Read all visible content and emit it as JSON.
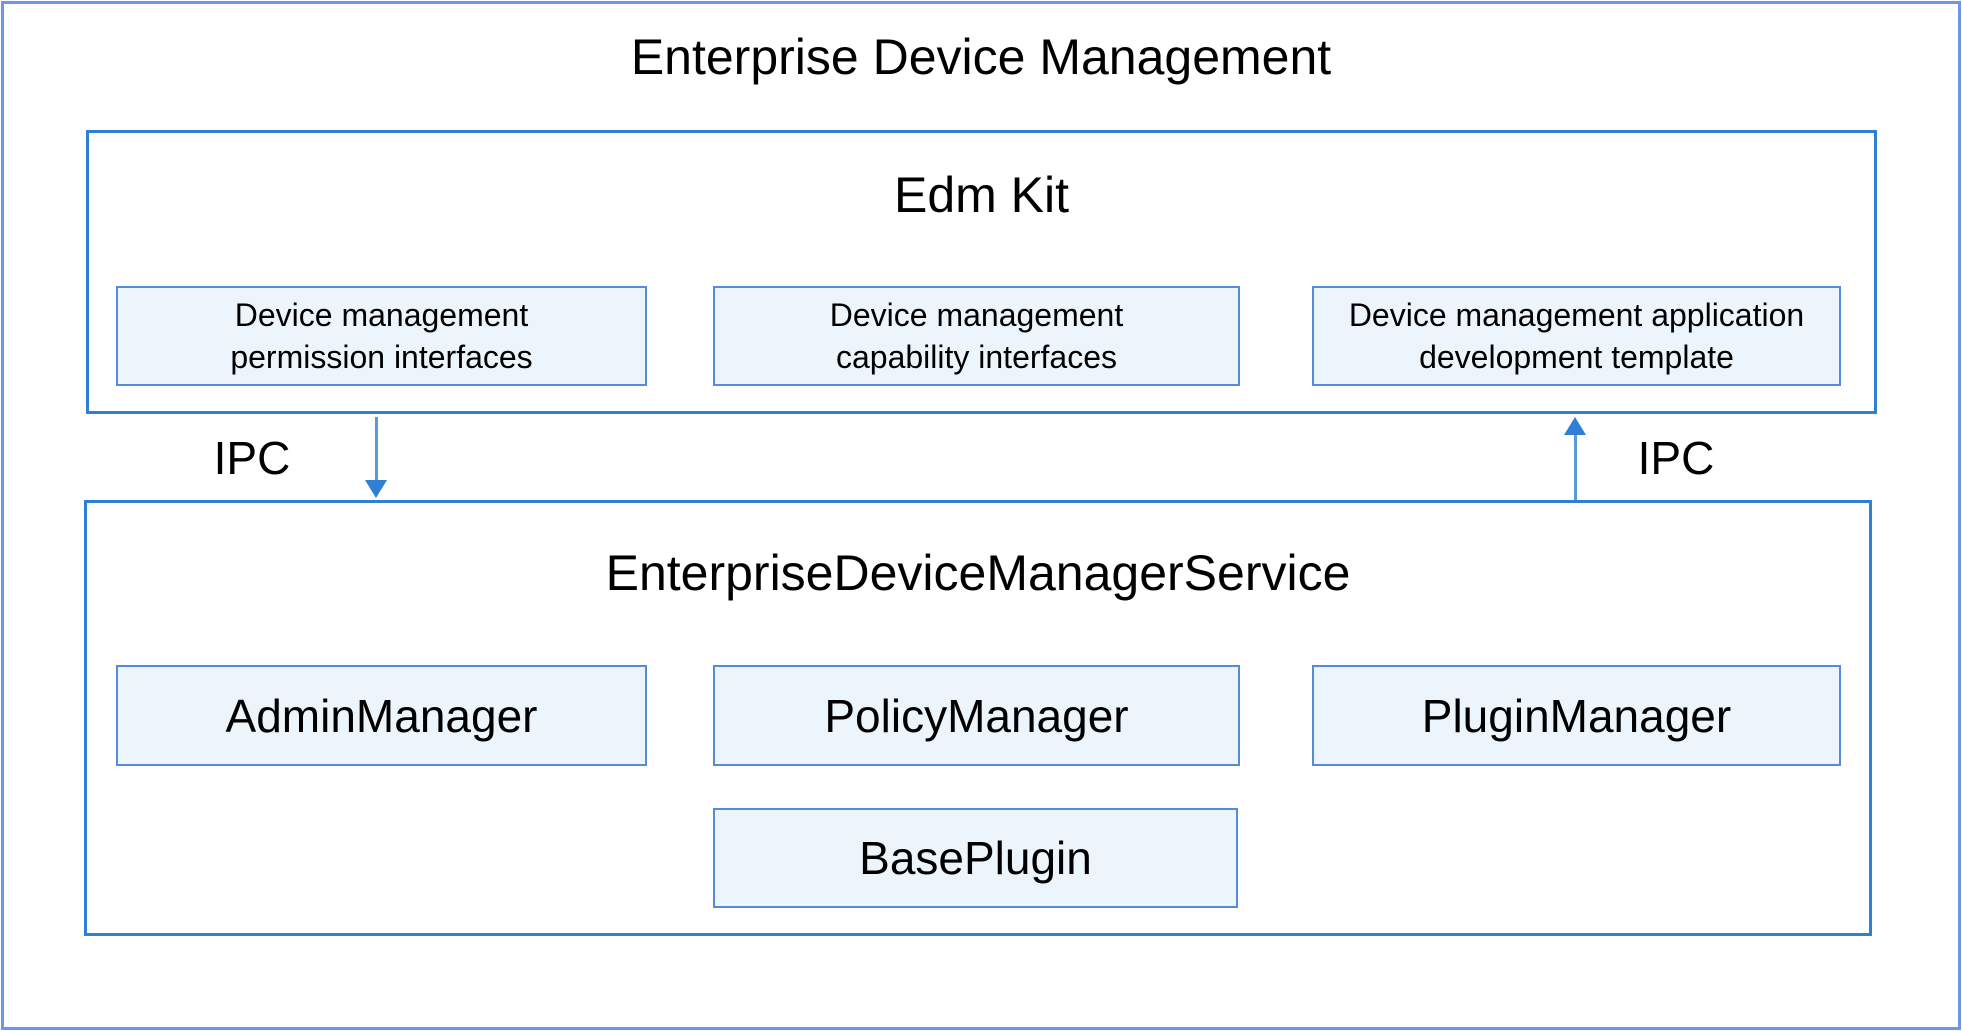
{
  "title": "Enterprise Device Management",
  "edm_kit": {
    "title": "Edm Kit",
    "boxes": [
      {
        "lines": [
          "Device management",
          "permission interfaces"
        ]
      },
      {
        "lines": [
          "Device management",
          "capability interfaces"
        ]
      },
      {
        "lines": [
          "Device management application",
          "development template"
        ]
      }
    ]
  },
  "ipc": {
    "left_label": "IPC",
    "right_label": "IPC"
  },
  "service": {
    "title": "EnterpriseDeviceManagerService",
    "boxes": [
      {
        "label": "AdminManager"
      },
      {
        "label": "PolicyManager"
      },
      {
        "label": "PluginManager"
      }
    ],
    "base_box": {
      "label": "BasePlugin"
    }
  },
  "colors": {
    "outer_frame": "#6d95e8",
    "container_border": "#2f7fd4",
    "subbox_border": "#568bd7",
    "subbox_fill": "#edf5fc",
    "arrow_line": "#5b9bd5",
    "arrow_head": "#2f7fd4",
    "text": "#000000"
  }
}
